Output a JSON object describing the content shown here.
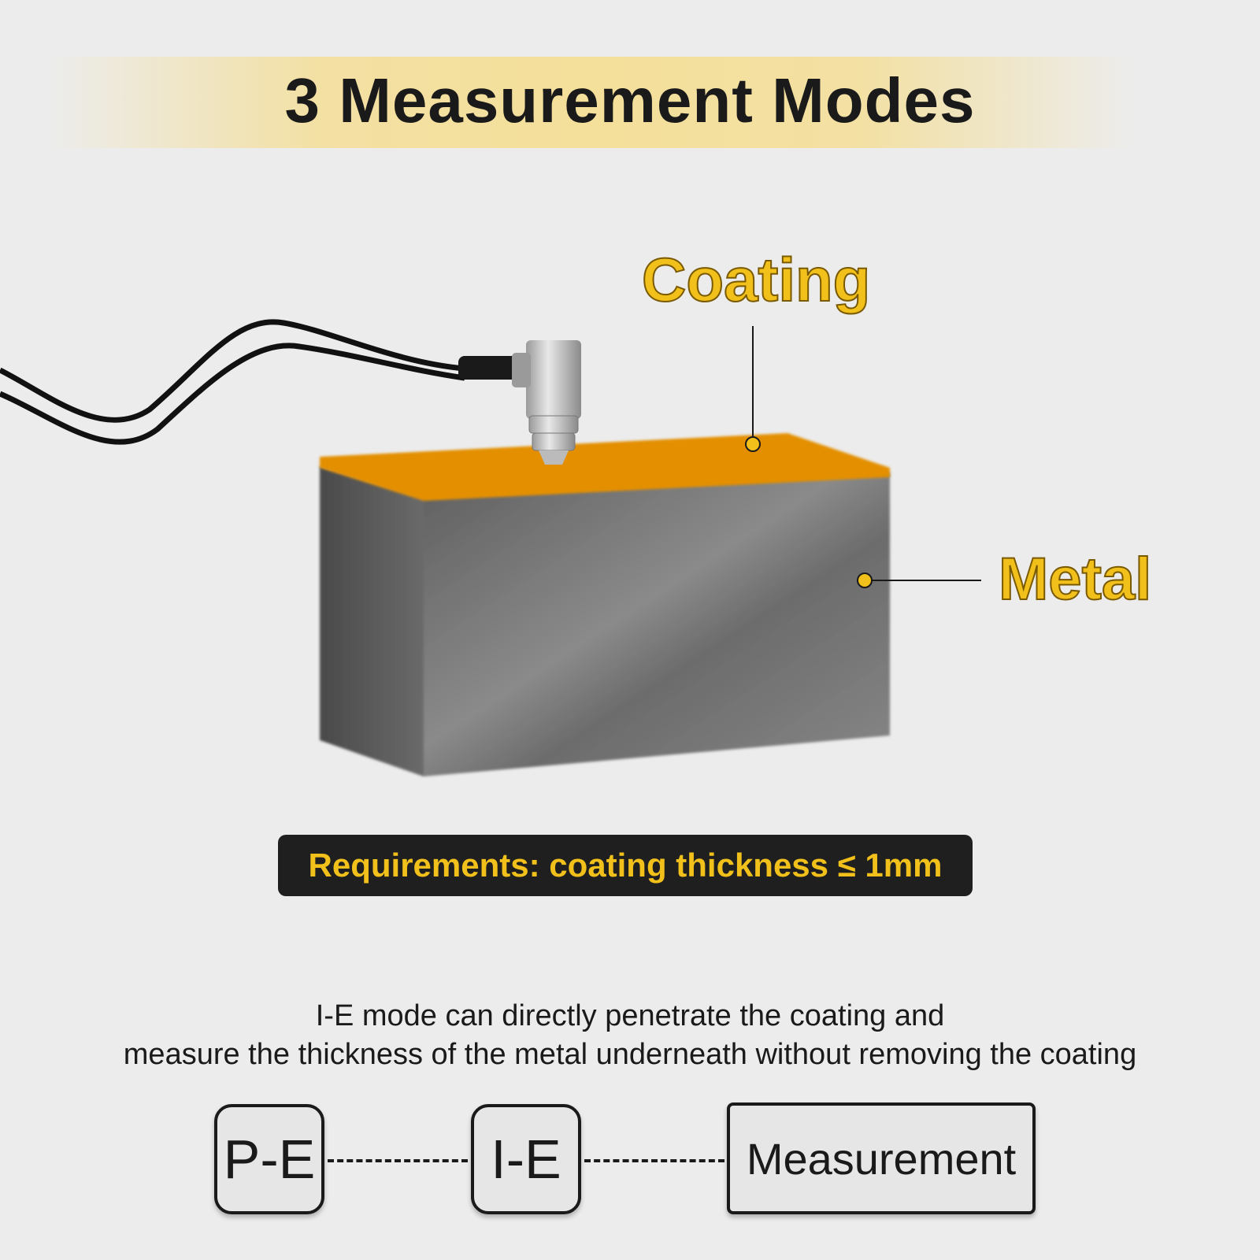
{
  "title": "3 Measurement Modes",
  "labels": {
    "coating": "Coating",
    "metal": "Metal"
  },
  "requirement": "Requirements: coating thickness ≤ 1mm",
  "description": {
    "line1": "I-E mode can directly penetrate the coating and",
    "line2": "measure the thickness of the metal underneath without removing the coating"
  },
  "modes": {
    "pe": "P-E",
    "ie": "I-E",
    "measurement": "Measurement"
  },
  "colors": {
    "background": "#ececec",
    "accent": "#f2c01a",
    "coating_layer": "#e38f00",
    "metal": "#7a7a7a",
    "dark": "#1f1f1f"
  }
}
